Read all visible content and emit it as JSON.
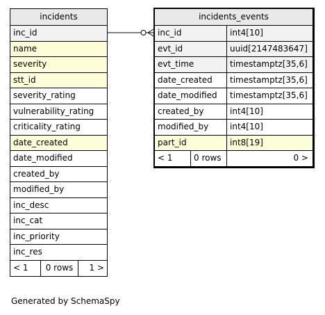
{
  "tables": {
    "incidents": {
      "name": "incidents",
      "columns": [
        {
          "name": "inc_id",
          "kind": "key"
        },
        {
          "name": "name",
          "kind": "idx"
        },
        {
          "name": "severity",
          "kind": "idx"
        },
        {
          "name": "stt_id",
          "kind": "idx"
        },
        {
          "name": "severity_rating",
          "kind": "plain"
        },
        {
          "name": "vulnerability_rating",
          "kind": "plain"
        },
        {
          "name": "criticality_rating",
          "kind": "plain"
        },
        {
          "name": "date_created",
          "kind": "idx"
        },
        {
          "name": "date_modified",
          "kind": "plain"
        },
        {
          "name": "created_by",
          "kind": "plain"
        },
        {
          "name": "modified_by",
          "kind": "plain"
        },
        {
          "name": "inc_desc",
          "kind": "plain"
        },
        {
          "name": "inc_cat",
          "kind": "plain"
        },
        {
          "name": "inc_priority",
          "kind": "plain"
        },
        {
          "name": "inc_res",
          "kind": "plain"
        }
      ],
      "footer": {
        "parents": "< 1",
        "rows": "0 rows",
        "children": "1 >"
      }
    },
    "incidents_events": {
      "name": "incidents_events",
      "columns": [
        {
          "name": "inc_id",
          "type": "int4[10]",
          "kind": "key"
        },
        {
          "name": "evt_id",
          "type": "uuid[2147483647]",
          "kind": "key"
        },
        {
          "name": "evt_time",
          "type": "timestamptz[35,6]",
          "kind": "key"
        },
        {
          "name": "date_created",
          "type": "timestamptz[35,6]",
          "kind": "plain"
        },
        {
          "name": "date_modified",
          "type": "timestamptz[35,6]",
          "kind": "plain"
        },
        {
          "name": "created_by",
          "type": "int4[10]",
          "kind": "plain"
        },
        {
          "name": "modified_by",
          "type": "int4[10]",
          "kind": "plain"
        },
        {
          "name": "part_id",
          "type": "int8[19]",
          "kind": "idx"
        }
      ],
      "footer": {
        "parents": "< 1",
        "rows": "0 rows",
        "children": "0 >"
      }
    }
  },
  "relationship": {
    "from": "incidents_events.inc_id",
    "to": "incidents.inc_id"
  },
  "generated_by": "Generated by SchemaSpy"
}
